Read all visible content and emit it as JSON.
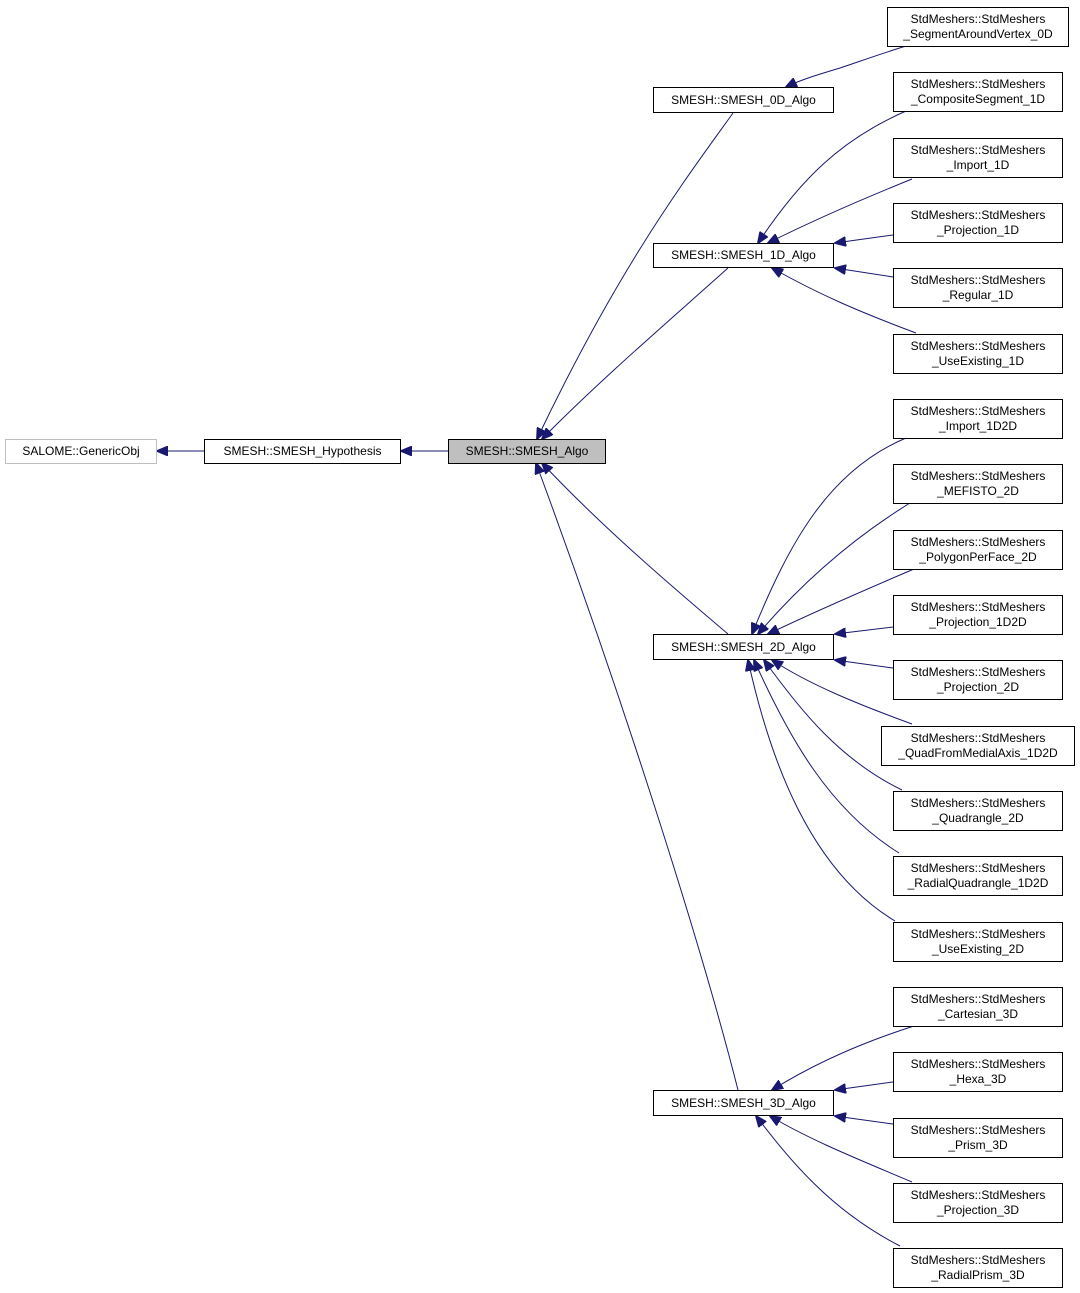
{
  "colors": {
    "edge": "#191970",
    "box_border": "#000000",
    "external_border": "#bfbfbf",
    "current_fill": "#bfbfbf"
  },
  "nodes": {
    "generic_obj": [
      "SALOME::GenericObj"
    ],
    "smesh_hypothesis": [
      "SMESH::SMESH_Hypothesis"
    ],
    "smesh_algo": [
      "SMESH::SMESH_Algo"
    ],
    "smesh_0d_algo": [
      "SMESH::SMESH_0D_Algo"
    ],
    "smesh_1d_algo": [
      "SMESH::SMESH_1D_Algo"
    ],
    "smesh_2d_algo": [
      "SMESH::SMESH_2D_Algo"
    ],
    "smesh_3d_algo": [
      "SMESH::SMESH_3D_Algo"
    ],
    "segment_around_vertex_0d": [
      "StdMeshers::StdMeshers",
      "_SegmentAroundVertex_0D"
    ],
    "composite_segment_1d": [
      "StdMeshers::StdMeshers",
      "_CompositeSegment_1D"
    ],
    "import_1d": [
      "StdMeshers::StdMeshers",
      "_Import_1D"
    ],
    "projection_1d": [
      "StdMeshers::StdMeshers",
      "_Projection_1D"
    ],
    "regular_1d": [
      "StdMeshers::StdMeshers",
      "_Regular_1D"
    ],
    "use_existing_1d": [
      "StdMeshers::StdMeshers",
      "_UseExisting_1D"
    ],
    "import_1d2d": [
      "StdMeshers::StdMeshers",
      "_Import_1D2D"
    ],
    "mefisto_2d": [
      "StdMeshers::StdMeshers",
      "_MEFISTO_2D"
    ],
    "polygon_per_face_2d": [
      "StdMeshers::StdMeshers",
      "_PolygonPerFace_2D"
    ],
    "projection_1d2d": [
      "StdMeshers::StdMeshers",
      "_Projection_1D2D"
    ],
    "projection_2d": [
      "StdMeshers::StdMeshers",
      "_Projection_2D"
    ],
    "quad_from_medial_axis_1d2d": [
      "StdMeshers::StdMeshers",
      "_QuadFromMedialAxis_1D2D"
    ],
    "quadrangle_2d": [
      "StdMeshers::StdMeshers",
      "_Quadrangle_2D"
    ],
    "radial_quadrangle_1d2d": [
      "StdMeshers::StdMeshers",
      "_RadialQuadrangle_1D2D"
    ],
    "use_existing_2d": [
      "StdMeshers::StdMeshers",
      "_UseExisting_2D"
    ],
    "cartesian_3d": [
      "StdMeshers::StdMeshers",
      "_Cartesian_3D"
    ],
    "hexa_3d": [
      "StdMeshers::StdMeshers",
      "_Hexa_3D"
    ],
    "prism_3d": [
      "StdMeshers::StdMeshers",
      "_Prism_3D"
    ],
    "projection_3d": [
      "StdMeshers::StdMeshers",
      "_Projection_3D"
    ],
    "radial_prism_3d": [
      "StdMeshers::StdMeshers",
      "_RadialPrism_3D"
    ]
  },
  "edges": [
    [
      "smesh_hypothesis",
      "generic_obj"
    ],
    [
      "smesh_algo",
      "smesh_hypothesis"
    ],
    [
      "smesh_0d_algo",
      "smesh_algo"
    ],
    [
      "smesh_1d_algo",
      "smesh_algo"
    ],
    [
      "smesh_2d_algo",
      "smesh_algo"
    ],
    [
      "smesh_3d_algo",
      "smesh_algo"
    ],
    [
      "segment_around_vertex_0d",
      "smesh_0d_algo"
    ],
    [
      "composite_segment_1d",
      "smesh_1d_algo"
    ],
    [
      "import_1d",
      "smesh_1d_algo"
    ],
    [
      "projection_1d",
      "smesh_1d_algo"
    ],
    [
      "regular_1d",
      "smesh_1d_algo"
    ],
    [
      "use_existing_1d",
      "smesh_1d_algo"
    ],
    [
      "import_1d2d",
      "smesh_2d_algo"
    ],
    [
      "mefisto_2d",
      "smesh_2d_algo"
    ],
    [
      "polygon_per_face_2d",
      "smesh_2d_algo"
    ],
    [
      "projection_1d2d",
      "smesh_2d_algo"
    ],
    [
      "projection_2d",
      "smesh_2d_algo"
    ],
    [
      "quad_from_medial_axis_1d2d",
      "smesh_2d_algo"
    ],
    [
      "quadrangle_2d",
      "smesh_2d_algo"
    ],
    [
      "radial_quadrangle_1d2d",
      "smesh_2d_algo"
    ],
    [
      "use_existing_2d",
      "smesh_2d_algo"
    ],
    [
      "cartesian_3d",
      "smesh_3d_algo"
    ],
    [
      "hexa_3d",
      "smesh_3d_algo"
    ],
    [
      "prism_3d",
      "smesh_3d_algo"
    ],
    [
      "projection_3d",
      "smesh_3d_algo"
    ],
    [
      "radial_prism_3d",
      "smesh_3d_algo"
    ]
  ]
}
